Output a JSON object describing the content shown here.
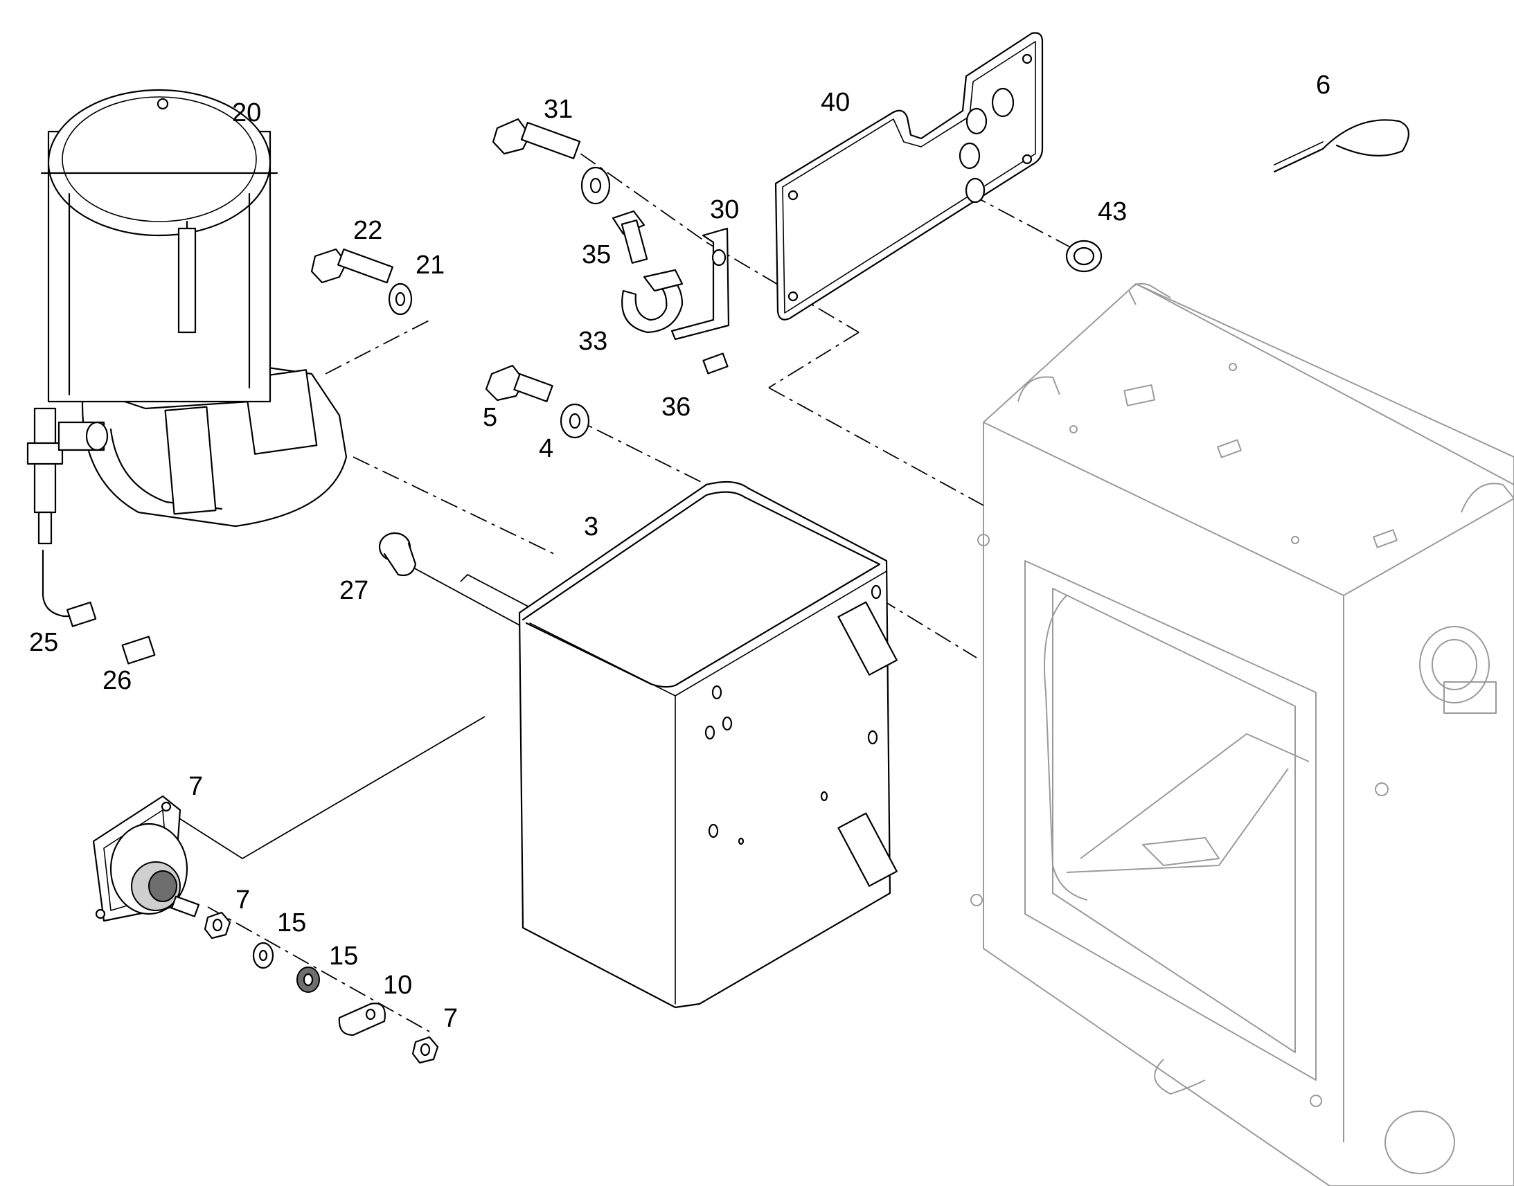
{
  "callouts": {
    "c20": "20",
    "c31": "31",
    "c40": "40",
    "c6": "6",
    "c22": "22",
    "c21": "21",
    "c30": "30",
    "c35": "35",
    "c43": "43",
    "c33": "33",
    "c36": "36",
    "c5": "5",
    "c4": "4",
    "c3": "3",
    "c27": "27",
    "c25": "25",
    "c26": "26",
    "c7a": "7",
    "c7b": "7",
    "c15a": "15",
    "c15b": "15",
    "c10": "10",
    "c7c": "7"
  },
  "colors": {
    "line": "#000000",
    "frame": "#9a9a9a",
    "shade": "#cfcfcf"
  }
}
